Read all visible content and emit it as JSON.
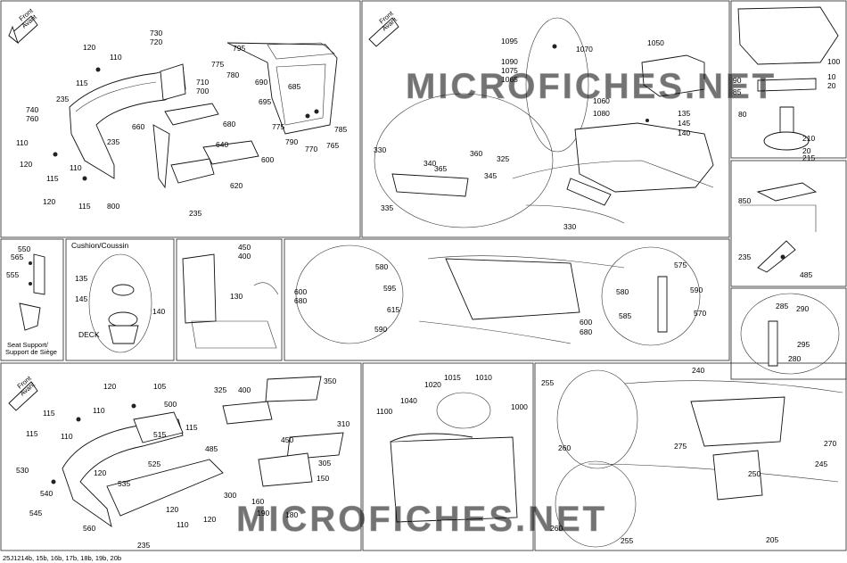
{
  "diagram": {
    "watermark": "MICROFICHES.NET",
    "footer_code": "25J1214b, 15b, 16b, 17b, 18b, 19b, 20b",
    "front_label_line1": "Front",
    "front_label_line2": "Avant",
    "labels": {
      "p1": [
        "120",
        "110",
        "115",
        "235",
        "740",
        "760",
        "110",
        "120",
        "115",
        "110",
        "120",
        "115",
        "800",
        "730",
        "720",
        "710",
        "700",
        "660",
        "680",
        "235",
        "640",
        "600",
        "620",
        "235",
        "795",
        "775",
        "780",
        "690",
        "685",
        "695",
        "775",
        "790",
        "770",
        "765",
        "785"
      ],
      "p2": [
        "1095",
        "1070",
        "1090",
        "1075",
        "1065",
        "1060",
        "1080",
        "1050",
        "135",
        "145",
        "140",
        "330",
        "340",
        "360",
        "365",
        "325",
        "345",
        "335",
        "330"
      ],
      "p3": [
        "90",
        "85",
        "80",
        "100",
        "10",
        "20",
        "210",
        "20",
        "215"
      ],
      "p4": [
        "850",
        "235",
        "485"
      ],
      "p5": [
        "550",
        "565",
        "555"
      ],
      "p6": [
        "135",
        "145",
        "140"
      ],
      "p7": [
        "450",
        "400",
        "130"
      ],
      "p8": [
        "580",
        "595",
        "600",
        "680",
        "615",
        "590",
        "600",
        "680",
        "575",
        "580",
        "590",
        "585",
        "570"
      ],
      "p9": [
        "285",
        "290",
        "295",
        "280"
      ],
      "p10": [
        "120",
        "105",
        "110",
        "115",
        "500",
        "515",
        "115",
        "110",
        "530",
        "120",
        "540",
        "545",
        "535",
        "560",
        "525",
        "485",
        "115",
        "120",
        "110",
        "120",
        "235",
        "300",
        "325",
        "400",
        "350",
        "450",
        "310",
        "305",
        "150",
        "160",
        "190",
        "180"
      ],
      "p11": [
        "1040",
        "1020",
        "1015",
        "1010",
        "1100",
        "1000"
      ],
      "p12": [
        "255",
        "240",
        "260",
        "275",
        "270",
        "245",
        "250",
        "260",
        "255",
        "205"
      ]
    },
    "text": {
      "cushion": "Cushion/Coussin",
      "deck": "DECK",
      "seat_support_1": "Seat Support/",
      "seat_support_2": "Support de Siège"
    }
  }
}
